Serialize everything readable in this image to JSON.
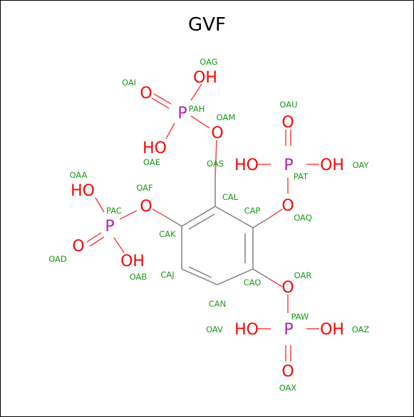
{
  "title": "GVF",
  "colors": {
    "bond": "#808080",
    "oxygen": "#ff0000",
    "phosphorus": "#b020b0",
    "label": "#1a9a1a",
    "bond_o": "#ff4040",
    "bond_p": "#d060d0"
  },
  "heteroatoms": {
    "oh_pah_top": "OH",
    "o_pah": "O",
    "p_pah": "P",
    "o_oam": "O",
    "oh_pah_bottom": "HO",
    "o_pat_top": "O",
    "oh_pat_left": "HO",
    "p_pat": "P",
    "oh_pat_right": "OH",
    "o_oaq": "O",
    "oh_pac_top": "HO",
    "o_oaf": "O",
    "p_pac": "P",
    "o_pac": "O",
    "oh_pac_bottom": "OH",
    "o_oar": "O",
    "oh_paw_left": "HO",
    "p_paw": "P",
    "oh_paw_right": "OH",
    "o_paw_bottom": "O"
  },
  "labels": {
    "oag": "OAG",
    "oai": "OAI",
    "pah": "PAH",
    "oam": "OAM",
    "oae": "OAE",
    "oas": "OAS",
    "oau": "OAU",
    "pat": "PAT",
    "oay": "OAY",
    "oaa": "OAA",
    "oaf": "OAF",
    "pac": "PAC",
    "cal": "CAL",
    "cap": "CAP",
    "oaq": "OAQ",
    "cak": "CAK",
    "oad": "OAD",
    "oab": "OAB",
    "caj": "CAJ",
    "cao": "CAO",
    "oar": "OAR",
    "can": "CAN",
    "paw": "PAW",
    "oav": "OAV",
    "oaz": "OAZ",
    "oax": "OAX"
  }
}
